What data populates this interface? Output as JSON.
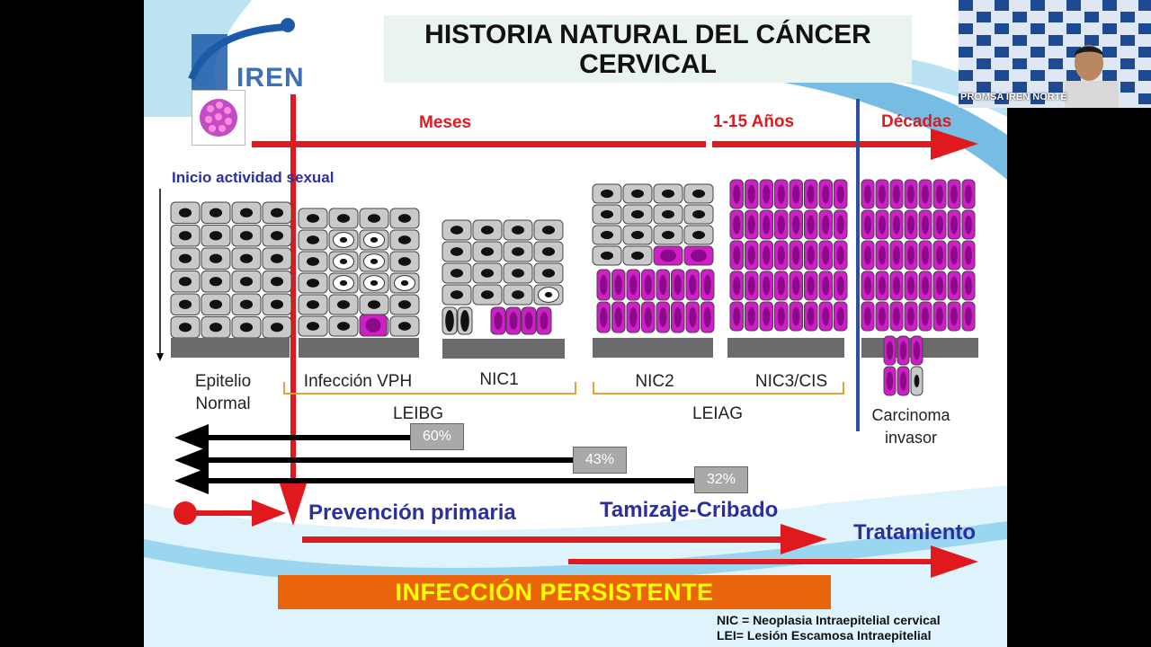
{
  "title": {
    "line1": "HISTORIA NATURAL DEL CÁNCER",
    "line2": "CERVICAL"
  },
  "logo": {
    "text": "IREN",
    "icon": "virus-icon"
  },
  "timeline": {
    "months": "Meses",
    "years": "1-15 Años",
    "decades": "Décadas"
  },
  "sexual_activity": "Inicio actividad sexual",
  "stages": [
    {
      "line1": "Epitelio",
      "line2": "Normal"
    },
    {
      "line1": "Infección VPH",
      "line2": ""
    },
    {
      "line1": "NIC1",
      "line2": ""
    },
    {
      "line1": "NIC2",
      "line2": ""
    },
    {
      "line1": "NIC3/CIS",
      "line2": ""
    },
    {
      "line1": "Carcinoma",
      "line2": "invasor"
    }
  ],
  "groups": {
    "low": "LEIBG",
    "high": "LEIAG"
  },
  "regression": [
    "60%",
    "43%",
    "32%"
  ],
  "interventions": {
    "primary": "Prevención primaria",
    "screening": "Tamizaje-Cribado",
    "treatment": "Tratamiento"
  },
  "banner": "INFECCIÓN PERSISTENTE",
  "footnotes": {
    "nic": "NIC = Neoplasia Intraepitelial cervical",
    "lei": "LEI= Lesión Escamosa Intraepitelial"
  },
  "webcam": {
    "label": "PROMSA IREN NORTE"
  },
  "colors": {
    "red": "#e0191f",
    "blue": "#2c2fa0",
    "magenta": "#d01ec8",
    "orange": "#ea6409",
    "banner_text": "#ffff00"
  }
}
